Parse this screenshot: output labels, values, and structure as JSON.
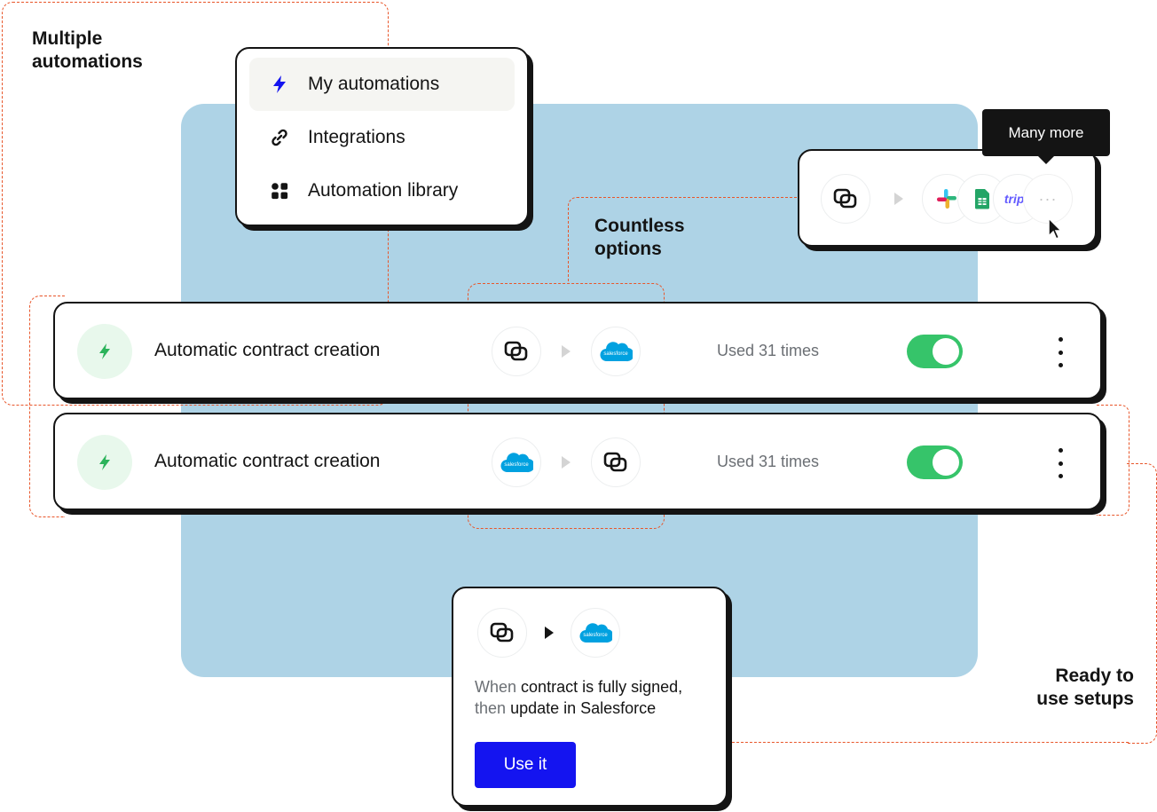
{
  "labels": {
    "multiple_automations_1": "Multiple",
    "multiple_automations_2": "automations",
    "countless_options_1": "Countless",
    "countless_options_2": "options",
    "ready_setups_1": "Ready to",
    "ready_setups_2": "use setups"
  },
  "menu": {
    "items": [
      {
        "label": "My automations",
        "icon": "bolt-icon",
        "active": true
      },
      {
        "label": "Integrations",
        "icon": "link-icon",
        "active": false
      },
      {
        "label": "Automation library",
        "icon": "grid-icon",
        "active": false
      }
    ]
  },
  "tooltip": {
    "label": "Many more"
  },
  "options": {
    "source_icon": "oneflow-icon",
    "targets": [
      "slack-icon",
      "google-sheets-icon",
      "stripe-icon",
      "more-icon"
    ],
    "stripe_text": "tripe",
    "more_text": "···"
  },
  "automations": [
    {
      "title": "Automatic contract creation",
      "from": "oneflow-icon",
      "to": "salesforce-icon",
      "used": "Used 31 times",
      "enabled": true
    },
    {
      "title": "Automatic contract creation",
      "from": "salesforce-icon",
      "to": "oneflow-icon",
      "used": "Used 31 times",
      "enabled": true
    }
  ],
  "setup": {
    "from": "oneflow-icon",
    "to": "salesforce-icon",
    "when": "When",
    "condition": "contract is fully signed,",
    "then": "then",
    "action": "update in Salesforce",
    "button": "Use it"
  },
  "salesforce_text": "salesforce",
  "colors": {
    "accent_blue": "#1414f0",
    "panel_blue": "#aed3e6",
    "toggle_green": "#36c46a",
    "dash_orange": "#e8562a",
    "bolt_green": "#2bb35a",
    "salesforce_blue": "#00a1e0"
  }
}
